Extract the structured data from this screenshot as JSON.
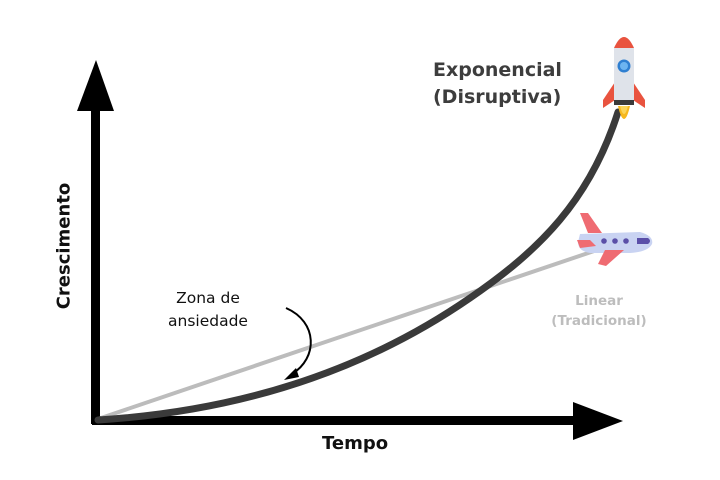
{
  "diagram": {
    "x_axis_label": "Tempo",
    "y_axis_label": "Crescimento",
    "exponential_label_line1": "Exponencial",
    "exponential_label_line2": "(Disruptiva)",
    "linear_label_line1": "Linear",
    "linear_label_line2": "(Tradicional)",
    "annotation_line1": "Zona de",
    "annotation_line2": "ansiedade",
    "icons": {
      "exponential_end": "rocket-icon",
      "linear_end": "airplane-icon"
    },
    "colors": {
      "axes": "#000000",
      "exponential_curve": "#3a3a3a",
      "linear_line": "#bcbcbc",
      "rocket_body": "#dfe3ea",
      "rocket_red": "#e9533f",
      "rocket_window": "#3a8ee0",
      "rocket_flame": "#f6b81e",
      "plane_body": "#c9d3f2",
      "plane_wing": "#ef6b72",
      "plane_window": "#5a4fa8"
    }
  }
}
